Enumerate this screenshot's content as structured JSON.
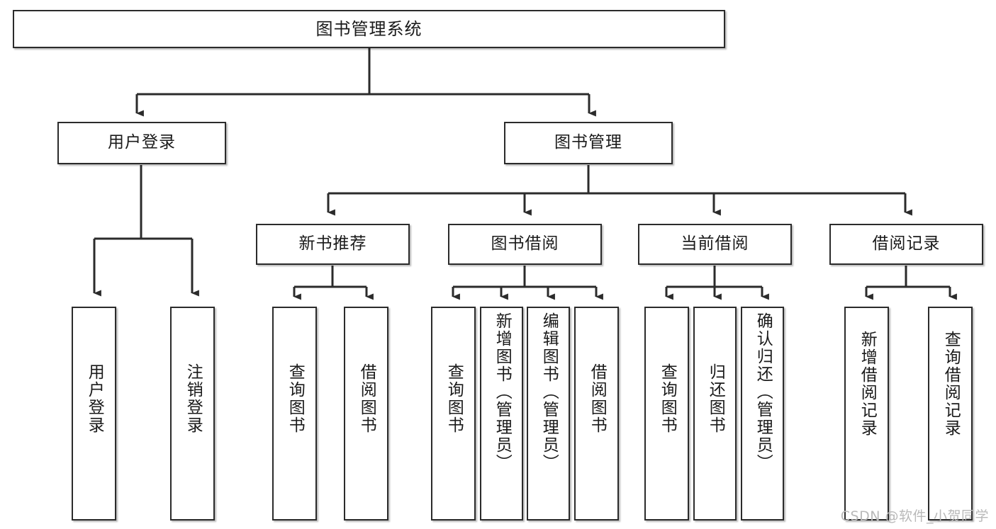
{
  "diagram": {
    "title": "图书管理系统",
    "type": "hierarchy-tree",
    "watermark": "CSDN @软件_小贺同学",
    "colors": {
      "stroke": "#2b2b2b",
      "fill": "#ffffff",
      "text": "#1a1a1a",
      "watermark": "#b9b9b9"
    },
    "levels": {
      "root": {
        "label": "图书管理系统"
      },
      "level2": [
        {
          "id": "user-login",
          "label": "用户登录"
        },
        {
          "id": "book-manage",
          "label": "图书管理"
        }
      ],
      "level3": [
        {
          "id": "new-book-recommend",
          "label": "新书推荐",
          "parent": "book-manage"
        },
        {
          "id": "book-borrow",
          "label": "图书借阅",
          "parent": "book-manage"
        },
        {
          "id": "current-borrow",
          "label": "当前借阅",
          "parent": "book-manage"
        },
        {
          "id": "borrow-record",
          "label": "借阅记录",
          "parent": "book-manage"
        }
      ],
      "leaves": [
        {
          "id": "leaf-user-login",
          "label": "用户登录",
          "parent": "user-login"
        },
        {
          "id": "leaf-user-logout",
          "label": "注销登录",
          "parent": "user-login"
        },
        {
          "id": "leaf-query-book-1",
          "label": "查询图书",
          "parent": "new-book-recommend"
        },
        {
          "id": "leaf-borrow-book-1",
          "label": "借阅图书",
          "parent": "new-book-recommend"
        },
        {
          "id": "leaf-query-book-2",
          "label": "查询图书",
          "parent": "book-borrow"
        },
        {
          "id": "leaf-add-book",
          "label": "新增图书（管理员）",
          "parent": "book-borrow"
        },
        {
          "id": "leaf-edit-book",
          "label": "编辑图书（管理员）",
          "parent": "book-borrow"
        },
        {
          "id": "leaf-borrow-book-2",
          "label": "借阅图书",
          "parent": "book-borrow"
        },
        {
          "id": "leaf-query-book-3",
          "label": "查询图书",
          "parent": "current-borrow"
        },
        {
          "id": "leaf-return-book",
          "label": "归还图书",
          "parent": "current-borrow"
        },
        {
          "id": "leaf-confirm-return",
          "label": "确认归还（管理员）",
          "parent": "current-borrow"
        },
        {
          "id": "leaf-add-record",
          "label": "新增借阅记录",
          "parent": "borrow-record"
        },
        {
          "id": "leaf-query-record",
          "label": "查询借阅记录",
          "parent": "borrow-record"
        }
      ]
    }
  }
}
